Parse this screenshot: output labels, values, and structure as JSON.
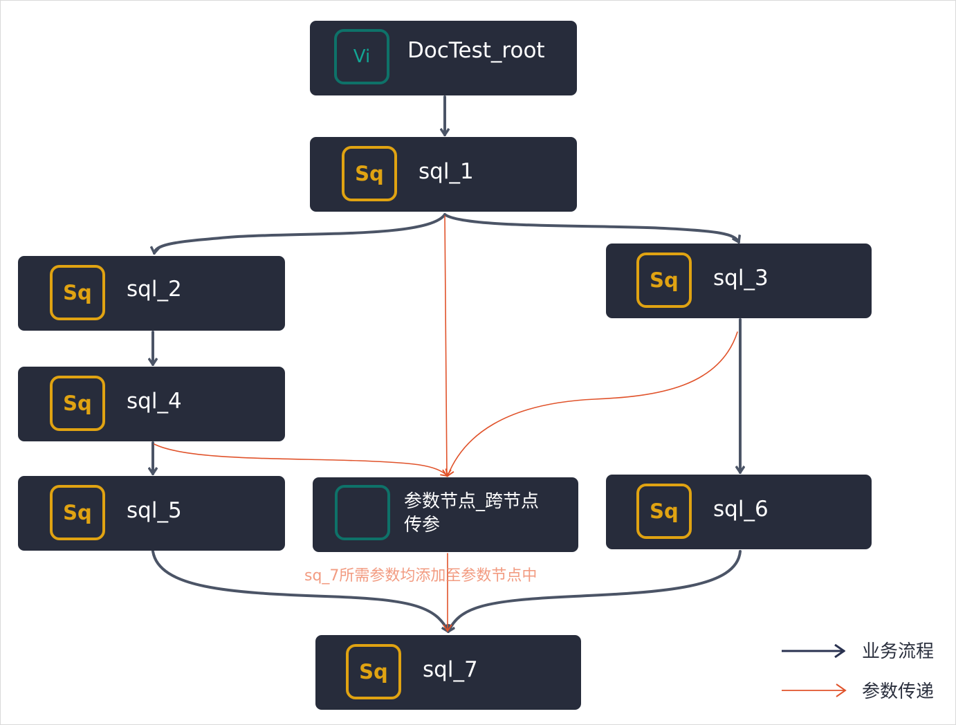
{
  "nodes": {
    "root": {
      "icon": "Vi",
      "label": "DocTest_root"
    },
    "sql_1": {
      "icon": "Sq",
      "label": "sql_1"
    },
    "sql_2": {
      "icon": "Sq",
      "label": "sql_2"
    },
    "sql_3": {
      "icon": "Sq",
      "label": "sql_3"
    },
    "sql_4": {
      "icon": "Sq",
      "label": "sql_4"
    },
    "sql_5": {
      "icon": "Sq",
      "label": "sql_5"
    },
    "sql_6": {
      "icon": "Sq",
      "label": "sql_6"
    },
    "sql_7": {
      "icon": "Sq",
      "label": "sql_7"
    },
    "param": {
      "icon": "",
      "label": "参数节点_跨节点传参"
    }
  },
  "annotation": "sq_7所需参数均添加至参数节点中",
  "legend": {
    "business_flow": "业务流程",
    "param_transfer": "参数传递"
  },
  "colors": {
    "node_bg": "#272c3b",
    "sq_icon": "#e0a312",
    "vi_icon": "#12a594",
    "flow_edge": "#4b5466",
    "param_edge": "#e0522a"
  }
}
